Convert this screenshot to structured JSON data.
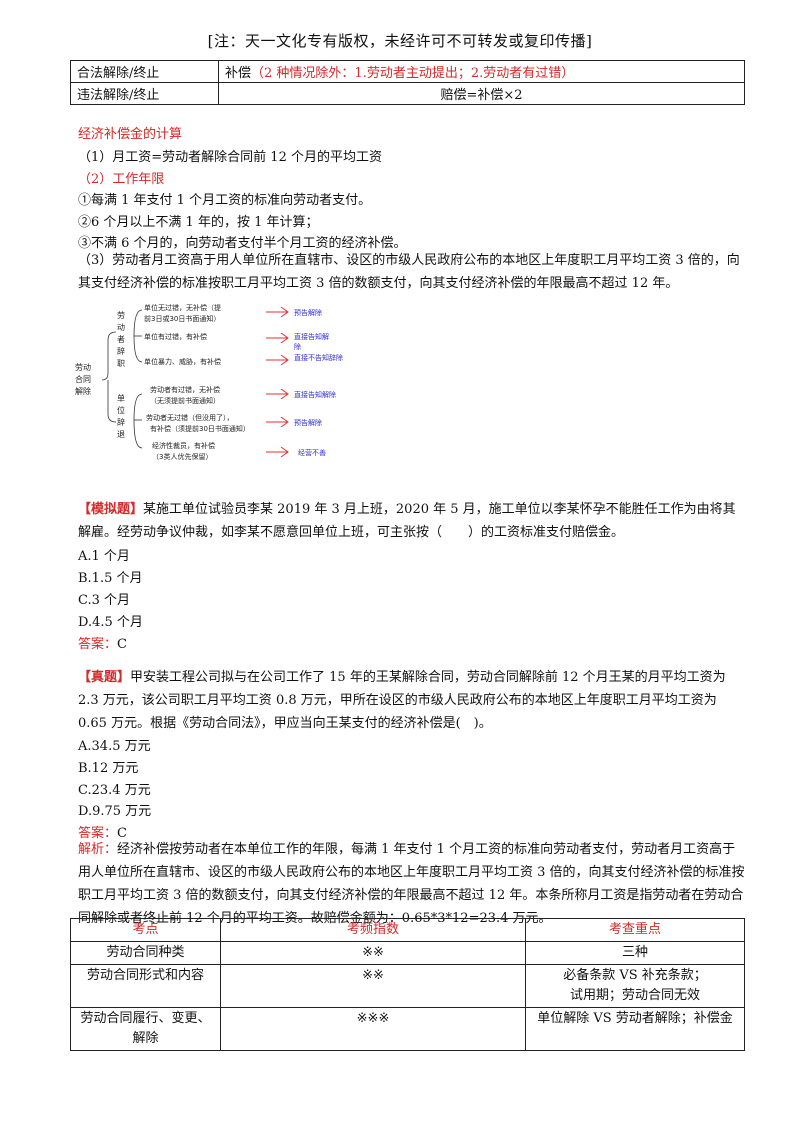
{
  "header_note": "[注：天一文化专有版权，未经许可不可转发或复印传播]",
  "top_table": {
    "row1": {
      "col1": "合法解除/终止",
      "prefix": "补偿",
      "note": "（2 种情况除外：1.劳动者主动提出；2.劳动者有过错）"
    },
    "row2": {
      "col1": "违法解除/终止",
      "col2": "赔偿=补偿×2"
    }
  },
  "section": {
    "title": "经济补偿金的计算",
    "item1": "（1）月工资=劳动者解除合同前 12 个月的平均工资",
    "item2": "（2）工作年限",
    "sub1": "①每满 1 年支付 1 个月工资的标准向劳动者支付。",
    "sub2": "②6 个月以上不满 1 年的，按 1 年计算；",
    "sub3": "③不满 6 个月的，向劳动者支付半个月工资的经济补偿。",
    "item3": "（3）劳动者月工资高于用人单位所在直辖市、设区的市级人民政府公布的本地区上年度职工月平均工资 3 倍的，向其支付经济补偿的标准按职工月平均工资 3 倍的数额支付，向其支付经济补偿的年限最高不超过 12 年。"
  },
  "diagram": {
    "root": [
      "劳动",
      "合同",
      "解除"
    ],
    "branch_worker": [
      "劳",
      "动",
      "者",
      "辞",
      "职"
    ],
    "branch_unit": [
      "单",
      "位",
      "辞",
      "退"
    ],
    "w1": [
      "单位无过错，无补偿（提",
      "前3日或30日书面通知）"
    ],
    "w1r": "预告解除",
    "w2": "单位有过错，有补偿",
    "w2r": [
      "直接告知解",
      "除"
    ],
    "w3": "单位暴力、威胁，有补偿",
    "w3r": "直接不告知辞除",
    "u1": [
      "劳动者有过错，无补偿",
      "（无须提前书面通知）"
    ],
    "u1r": "直接告知解除",
    "u2": [
      "劳动者无过错（但没用了），",
      "有补偿（须提前30日书面通知）"
    ],
    "u2r": "预告解除",
    "u3": [
      "经济性裁员，有补偿",
      "（3类人优先保留）"
    ],
    "u3r": "经营不善"
  },
  "q1": {
    "tag": "【模拟题】",
    "stem": "某施工单位试验员李某 2019 年 3 月上班，2020 年 5 月，施工单位以李某怀孕不能胜任工作为由将其解雇。经劳动争议仲裁，如李某不愿意回单位上班，可主张按（　　）的工资标准支付赔偿金。",
    "options": [
      "A.1 个月",
      "B.1.5 个月",
      "C.3 个月",
      "D.4.5 个月"
    ],
    "answer_label": "答案：",
    "answer": "C"
  },
  "q2": {
    "tag": "【真题】",
    "stem": "甲安装工程公司拟与在公司工作了 15 年的王某解除合同，劳动合同解除前 12 个月王某的月平均工资为 2.3 万元，该公司职工月平均工资 0.8 万元，甲所在设区的市级人民政府公布的本地区上年度职工月平均工资为 0.65 万元。根据《劳动合同法》，甲应当向王某支付的经济补偿是(　)。",
    "options": [
      "A.34.5 万元",
      "B.12 万元",
      "C.23.4 万元",
      "D.9.75 万元"
    ],
    "answer_label": "答案：",
    "answer": "C",
    "analysis_label": "解析：",
    "analysis": "经济补偿按劳动者在本单位工作的年限，每满 1 年支付 1 个月工资的标准向劳动者支付，劳动者月工资高于用人单位所在直辖市、设区的市级人民政府公布的本地区上年度职工月平均工资 3 倍的，向其支付经济补偿的标准按职工月平均工资 3 倍的数额支付，向其支付经济补偿的年限最高不超过 12 年。本条所称月工资是指劳动者在劳动合同解除或者终止前 12 个月的平均工资。故赔偿金额为：0.65*3*12=23.4 万元。"
  },
  "bottom_table": {
    "headers": [
      "考点",
      "考频指数",
      "考查重点"
    ],
    "rows": [
      {
        "c1": "劳动合同种类",
        "c2": "※※",
        "c3": "三种"
      },
      {
        "c1": "劳动合同形式和内容",
        "c2": "※※",
        "c3a": "必备条款 VS 补充条款；",
        "c3b": "试用期；劳动合同无效"
      },
      {
        "c1": "劳动合同履行、变更、解除",
        "c2": "※※※",
        "c3": "单位解除 VS 劳动者解除；补偿金"
      }
    ]
  },
  "colors": {
    "red": "#d42a2a",
    "blue": "#2b2bd0",
    "arrow_red": "#e03030"
  }
}
